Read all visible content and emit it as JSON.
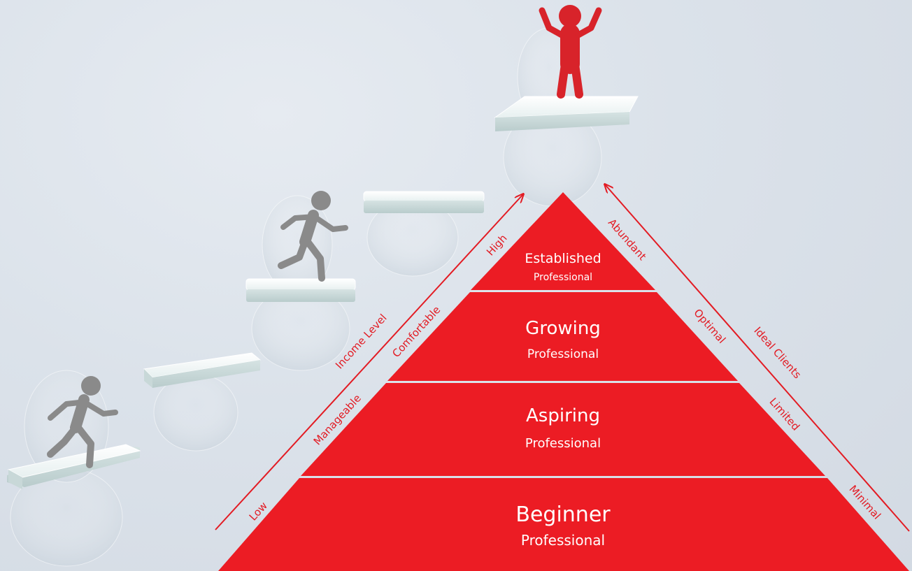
{
  "pyramid": {
    "tiers": [
      {
        "title": "Established",
        "subtitle": "Professional"
      },
      {
        "title": "Growing",
        "subtitle": "Professional"
      },
      {
        "title": "Aspiring",
        "subtitle": "Professional"
      },
      {
        "title": "Beginner",
        "subtitle": "Professional"
      }
    ],
    "color": "#ec1c24"
  },
  "income_axis": {
    "label": "Income Level",
    "levels": [
      "Low",
      "Manageable",
      "Comfortable",
      "High"
    ]
  },
  "clients_axis": {
    "label": "Ideal Clients",
    "levels": [
      "Minimal",
      "Limited",
      "Optimal",
      "Abundant"
    ]
  },
  "colors": {
    "accent": "#e31b23",
    "walker": "#8a8a8a",
    "winner": "#d8232a"
  }
}
